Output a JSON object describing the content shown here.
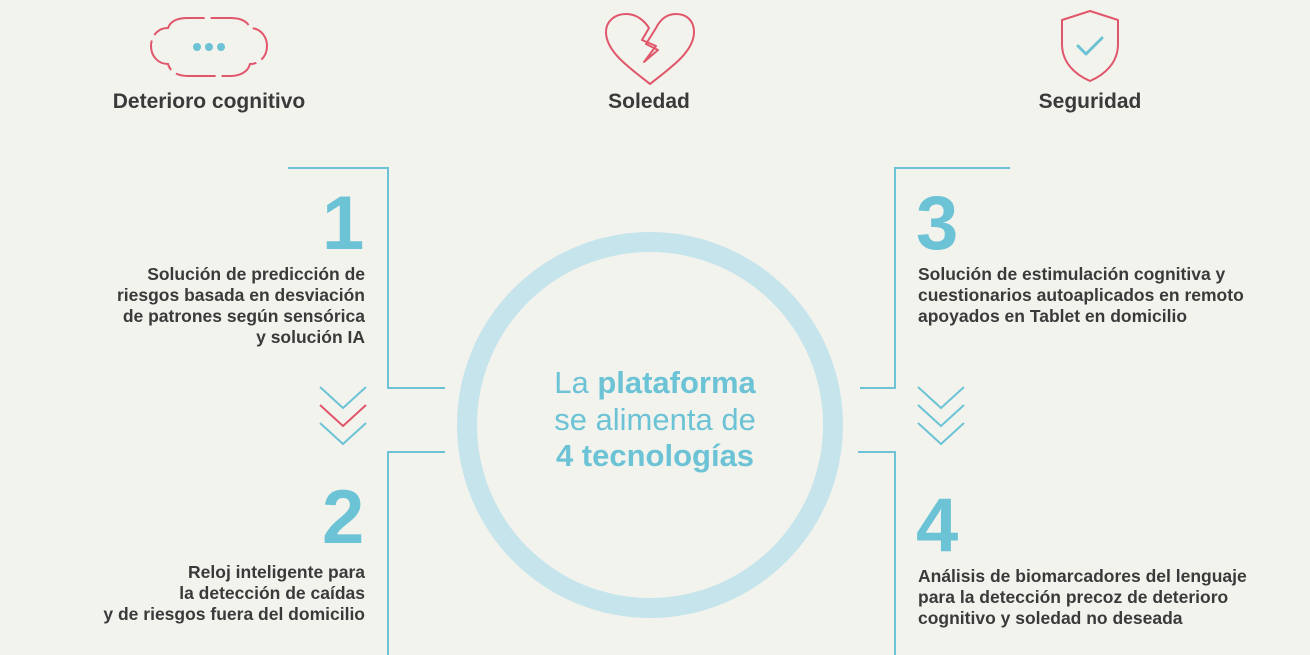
{
  "categories": [
    {
      "label": "Deterioro cognitivo",
      "icon": "chat-bubble-icon"
    },
    {
      "label": "Soledad",
      "icon": "broken-heart-icon"
    },
    {
      "label": "Seguridad",
      "icon": "shield-check-icon"
    }
  ],
  "center": {
    "line1_prefix": "La",
    "line1_bold": "plataforma",
    "line2": "se alimenta de",
    "line3": "4 tecnologías"
  },
  "technologies": [
    {
      "number": "1",
      "lines": [
        "Solución de predicción de",
        "riesgos basada en desviación",
        "de patrones según sensórica",
        "y solución IA"
      ]
    },
    {
      "number": "2",
      "lines": [
        "Reloj inteligente para",
        "la detección de caídas",
        "y de riesgos fuera del domicilio"
      ]
    },
    {
      "number": "3",
      "lines": [
        "Solución de estimulación cognitiva y",
        "cuestionarios autoaplicados en remoto",
        "apoyados en Tablet en domicilio"
      ]
    },
    {
      "number": "4",
      "lines": [
        "Análisis de biomarcadores del lenguaje",
        "para la detección precoz de deterioro",
        "cognitivo y soledad no deseada"
      ]
    }
  ],
  "colors": {
    "accent_blue": "#6cc3d5",
    "accent_red": "#e0566a",
    "circle_fill": "#c6e4ec",
    "background": "#f3f3ee",
    "text": "#3a3a3a"
  }
}
